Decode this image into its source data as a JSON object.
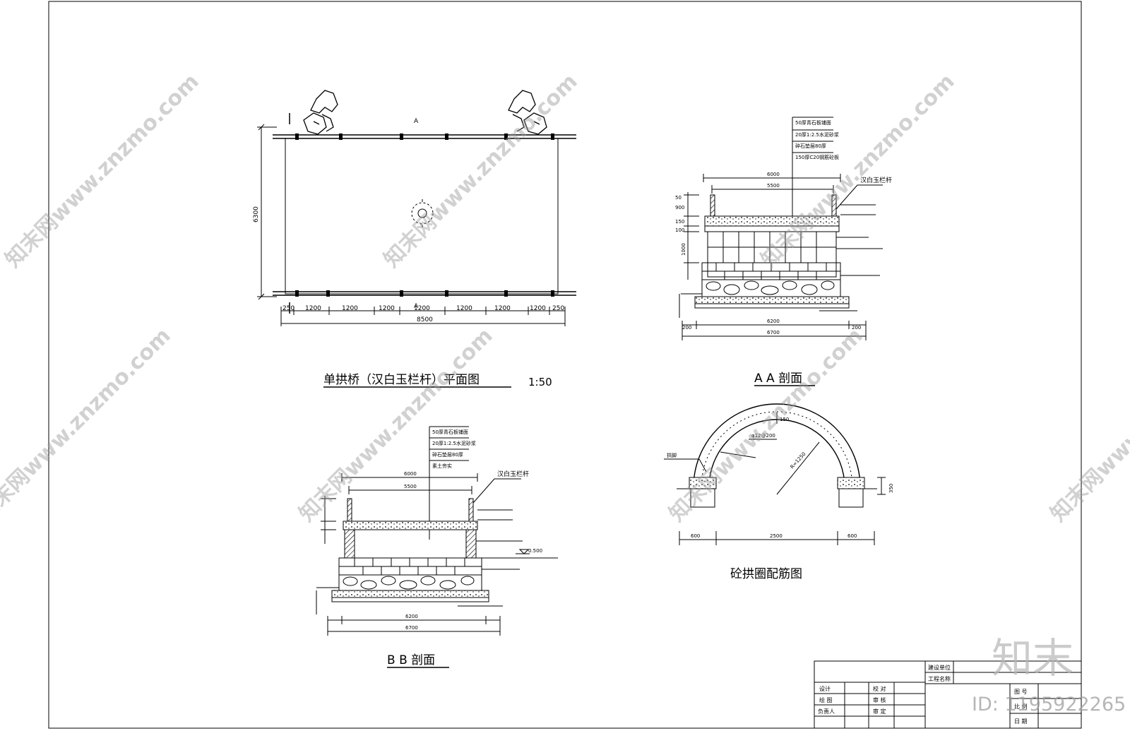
{
  "titles": {
    "plan": "单拱桥（汉白玉栏杆）平面图",
    "plan_scale": "1:50",
    "section_aa": "A A  剖面",
    "section_bb": "B B  剖面",
    "arch": "砼拱圈配筋图"
  },
  "plan": {
    "top_mark": "A",
    "bottom_mark": "A",
    "side_dim": "6300",
    "segments": [
      "250",
      "1200",
      "1200",
      "1200",
      "1200",
      "1200",
      "1200",
      "1200",
      "250"
    ],
    "total": "8500"
  },
  "section_aa": {
    "layer_notes": [
      "50厚青石板铺面",
      "20厚1:2.5水泥砂浆",
      "碎石垫层80厚",
      "150厚C20钢筋砼板"
    ],
    "rail_note": "汉白玉栏杆",
    "top_dim": "6000",
    "inner_dim": "5500",
    "left_dims": [
      "50",
      "900",
      "150",
      "100"
    ],
    "left_dim_lower": "1000",
    "bottom_dim_1": "6200",
    "bottom_dim_2": "6700",
    "side_small": [
      "200",
      "200"
    ]
  },
  "section_bb": {
    "layer_notes": [
      "50厚青石板铺面",
      "20厚1:2.5水泥砂浆",
      "碎石垫层80厚",
      "素土夯实"
    ],
    "rail_note": "汉白玉栏杆",
    "top_dim": "6000",
    "inner_dim": "5500",
    "water_level": "0.500",
    "bottom_dim_1": "6200",
    "bottom_dim_2": "6700"
  },
  "arch": {
    "top_note": "150",
    "left_note": "拱脚",
    "rebar_note": "φ12@200",
    "radius_note": "R=1250",
    "spans": [
      "600",
      "2500",
      "600"
    ],
    "right_dim": "350"
  },
  "title_block": {
    "rows": [
      [
        "设计",
        "",
        "校 对",
        ""
      ],
      [
        "绘 图",
        "",
        "审 核",
        ""
      ],
      [
        "负责人",
        "",
        "审 定",
        ""
      ]
    ],
    "right_labels": [
      "建设单位",
      "工程名称"
    ],
    "right_fields": [
      "图 号",
      "比 例",
      "日 期"
    ]
  },
  "watermark": {
    "text": "知末网www.znzmo.com",
    "brand": "知末",
    "id_label": "ID: 1195922265"
  }
}
